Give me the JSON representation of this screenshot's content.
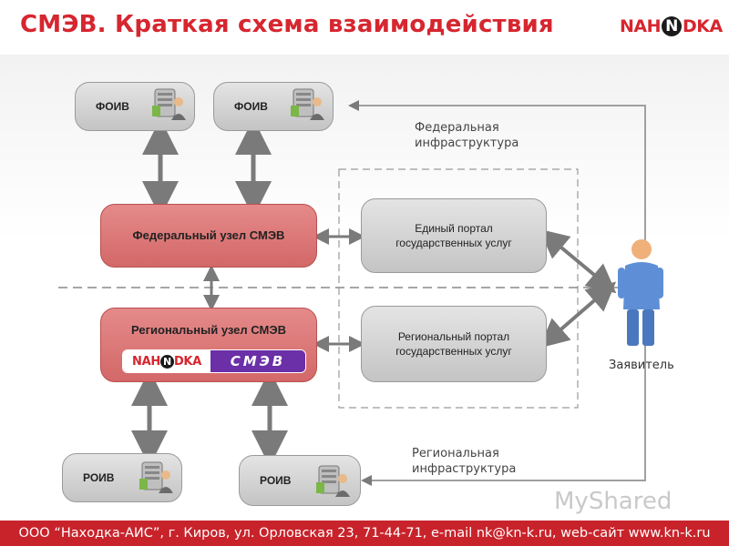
{
  "header": {
    "title": "СМЭВ. Краткая схема взаимодействия",
    "logo": {
      "left": "NAH",
      "circle": "N",
      "right": "DKA"
    }
  },
  "nodes": {
    "foiv_1": "ФОИВ",
    "foiv_2": "ФОИВ",
    "federal_node": "Федеральный узел СМЭВ",
    "regional_node": "Региональный узел СМЭВ",
    "unified_portal": "Единый портал государственных услуг",
    "regional_portal": "Региональный портал государственных услуг",
    "roiv_1": "РОИВ",
    "roiv_2": "РОИВ"
  },
  "badge": {
    "left_a": "NAH",
    "left_circle": "N",
    "left_b": "DKA",
    "right": "СМЭВ"
  },
  "labels": {
    "federal_infra": "Федеральная инфраструктура",
    "regional_infra": "Региональная инфраструктура",
    "applicant": "Заявитель"
  },
  "footer": {
    "text": "ООО “Находка-АИС”, г. Киров, ул. Орловская 23, 71-44-71, e-mail nk@kn-k.ru, web-сайт www.kn-k.ru"
  },
  "watermark": "MyShared",
  "colors": {
    "brand_red": "#d6262f",
    "node_red": "#d36868",
    "badge_purple": "#6b2fa8",
    "footer_red": "#c8232b"
  }
}
